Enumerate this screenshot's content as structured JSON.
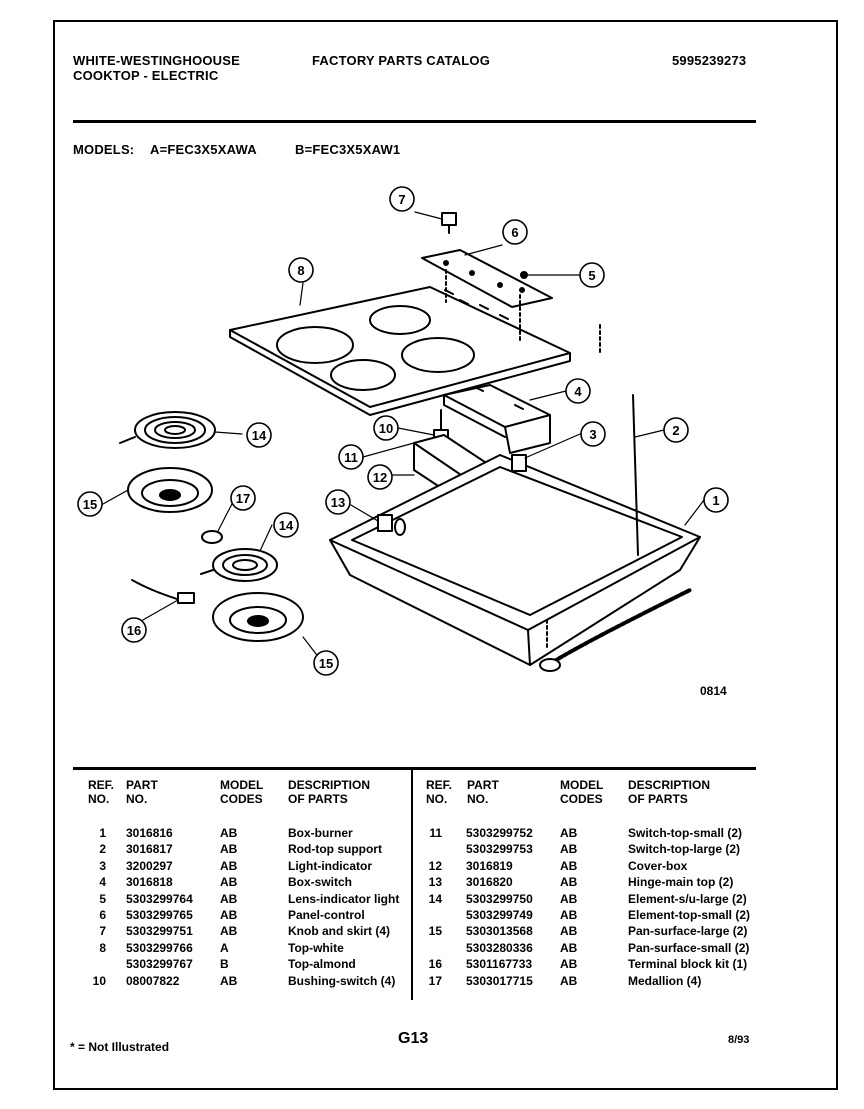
{
  "header": {
    "brand_line1": "WHITE-WESTINGHOOUSE",
    "brand_line2": "COOKTOP - ELECTRIC",
    "catalog_title": "FACTORY PARTS CATALOG",
    "catalog_number": "5995239273"
  },
  "models": {
    "label": "MODELS:",
    "model_a": "A=FEC3X5XAWA",
    "model_b": "B=FEC3X5XAW1"
  },
  "diagram": {
    "figure_code": "0814",
    "callouts": [
      "1",
      "2",
      "3",
      "4",
      "5",
      "6",
      "7",
      "8",
      "10",
      "11",
      "12",
      "13",
      "14",
      "14",
      "15",
      "15",
      "16",
      "17"
    ]
  },
  "table_headers": {
    "ref_no": [
      "REF.",
      "NO."
    ],
    "part_no": [
      "PART",
      "NO."
    ],
    "model_codes": [
      "MODEL",
      "CODES"
    ],
    "description": [
      "DESCRIPTION",
      "OF PARTS"
    ]
  },
  "parts_left": [
    {
      "ref": "1",
      "part": "3016816",
      "codes": "AB",
      "desc": "Box-burner"
    },
    {
      "ref": "2",
      "part": "3016817",
      "codes": "AB",
      "desc": "Rod-top support"
    },
    {
      "ref": "3",
      "part": "3200297",
      "codes": "AB",
      "desc": "Light-indicator"
    },
    {
      "ref": "4",
      "part": "3016818",
      "codes": "AB",
      "desc": "Box-switch"
    },
    {
      "ref": "5",
      "part": "5303299764",
      "codes": "AB",
      "desc": "Lens-indicator light"
    },
    {
      "ref": "6",
      "part": "5303299765",
      "codes": "AB",
      "desc": "Panel-control"
    },
    {
      "ref": "7",
      "part": "5303299751",
      "codes": "AB",
      "desc": "Knob and skirt (4)"
    },
    {
      "ref": "8",
      "part": "5303299766",
      "codes": "A",
      "desc": "Top-white"
    },
    {
      "ref": "",
      "part": "5303299767",
      "codes": "B",
      "desc": "Top-almond"
    },
    {
      "ref": "10",
      "part": "08007822",
      "codes": "AB",
      "desc": "Bushing-switch (4)"
    }
  ],
  "parts_right": [
    {
      "ref": "11",
      "part": "5303299752",
      "codes": "AB",
      "desc": "Switch-top-small (2)"
    },
    {
      "ref": "",
      "part": "5303299753",
      "codes": "AB",
      "desc": "Switch-top-large (2)"
    },
    {
      "ref": "12",
      "part": "3016819",
      "codes": "AB",
      "desc": "Cover-box"
    },
    {
      "ref": "13",
      "part": "3016820",
      "codes": "AB",
      "desc": "Hinge-main top (2)"
    },
    {
      "ref": "14",
      "part": "5303299750",
      "codes": "AB",
      "desc": "Element-s/u-large (2)"
    },
    {
      "ref": "",
      "part": "5303299749",
      "codes": "AB",
      "desc": "Element-top-small (2)"
    },
    {
      "ref": "15",
      "part": "5303013568",
      "codes": "AB",
      "desc": "Pan-surface-large (2)"
    },
    {
      "ref": "",
      "part": "5303280336",
      "codes": "AB",
      "desc": "Pan-surface-small (2)"
    },
    {
      "ref": "16",
      "part": "5301167733",
      "codes": "AB",
      "desc": "Terminal block kit (1)"
    },
    {
      "ref": "17",
      "part": "5303017715",
      "codes": "AB",
      "desc": "Medallion (4)"
    }
  ],
  "footer": {
    "note": "* = Not Illustrated",
    "page_code": "G13",
    "date": "8/93"
  }
}
